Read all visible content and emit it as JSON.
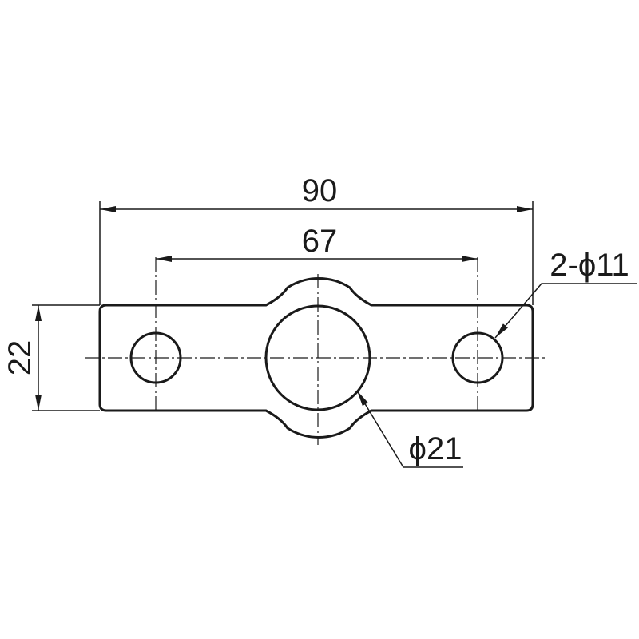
{
  "drawing": {
    "overall_length": "90",
    "hole_spacing": "67",
    "plate_height": "22",
    "center_hole": "ϕ21",
    "side_holes": "2-ϕ11"
  }
}
